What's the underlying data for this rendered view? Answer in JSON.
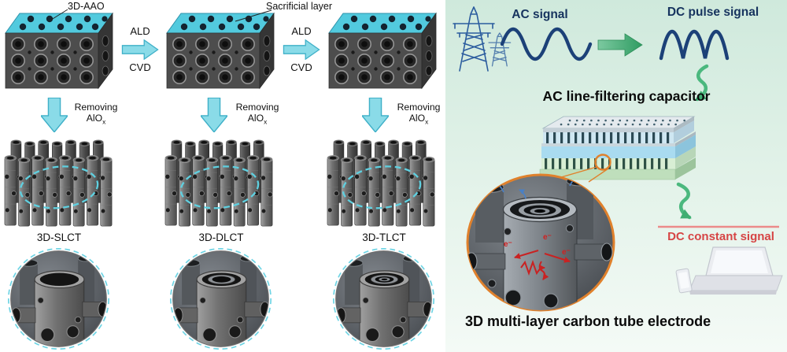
{
  "figure": {
    "left_process": {
      "aao_label": "3D-AAO",
      "sacrificial_label": "Sacrificial layer",
      "deposition_steps": [
        {
          "top": "ALD",
          "bottom": "CVD"
        },
        {
          "top": "ALD",
          "bottom": "CVD"
        }
      ],
      "removing_label": {
        "line1": "Removing",
        "base": "AlO",
        "sub": "x"
      },
      "structure_labels": [
        "3D-SLCT",
        "3D-DLCT",
        "3D-TLCT"
      ]
    },
    "right_panel": {
      "ac_signal_label": "AC signal",
      "dc_pulse_label": "DC pulse signal",
      "capacitor_label": "AC line-filtering capacitor",
      "electrode_label": "3D multi-layer carbon tube electrode",
      "dc_constant_label": "DC constant signal",
      "electron_label": "e⁻"
    },
    "icons": [
      "power-tower-icon",
      "laptop-icon",
      "phone-icon",
      "magnifier-circle"
    ],
    "colors": {
      "cyan_accent": "#52cade",
      "signal_navy": "#1c4178",
      "arrow_green": "#3fae72",
      "magnifier_orange": "#e0812c",
      "dc_red": "#d64545"
    }
  }
}
